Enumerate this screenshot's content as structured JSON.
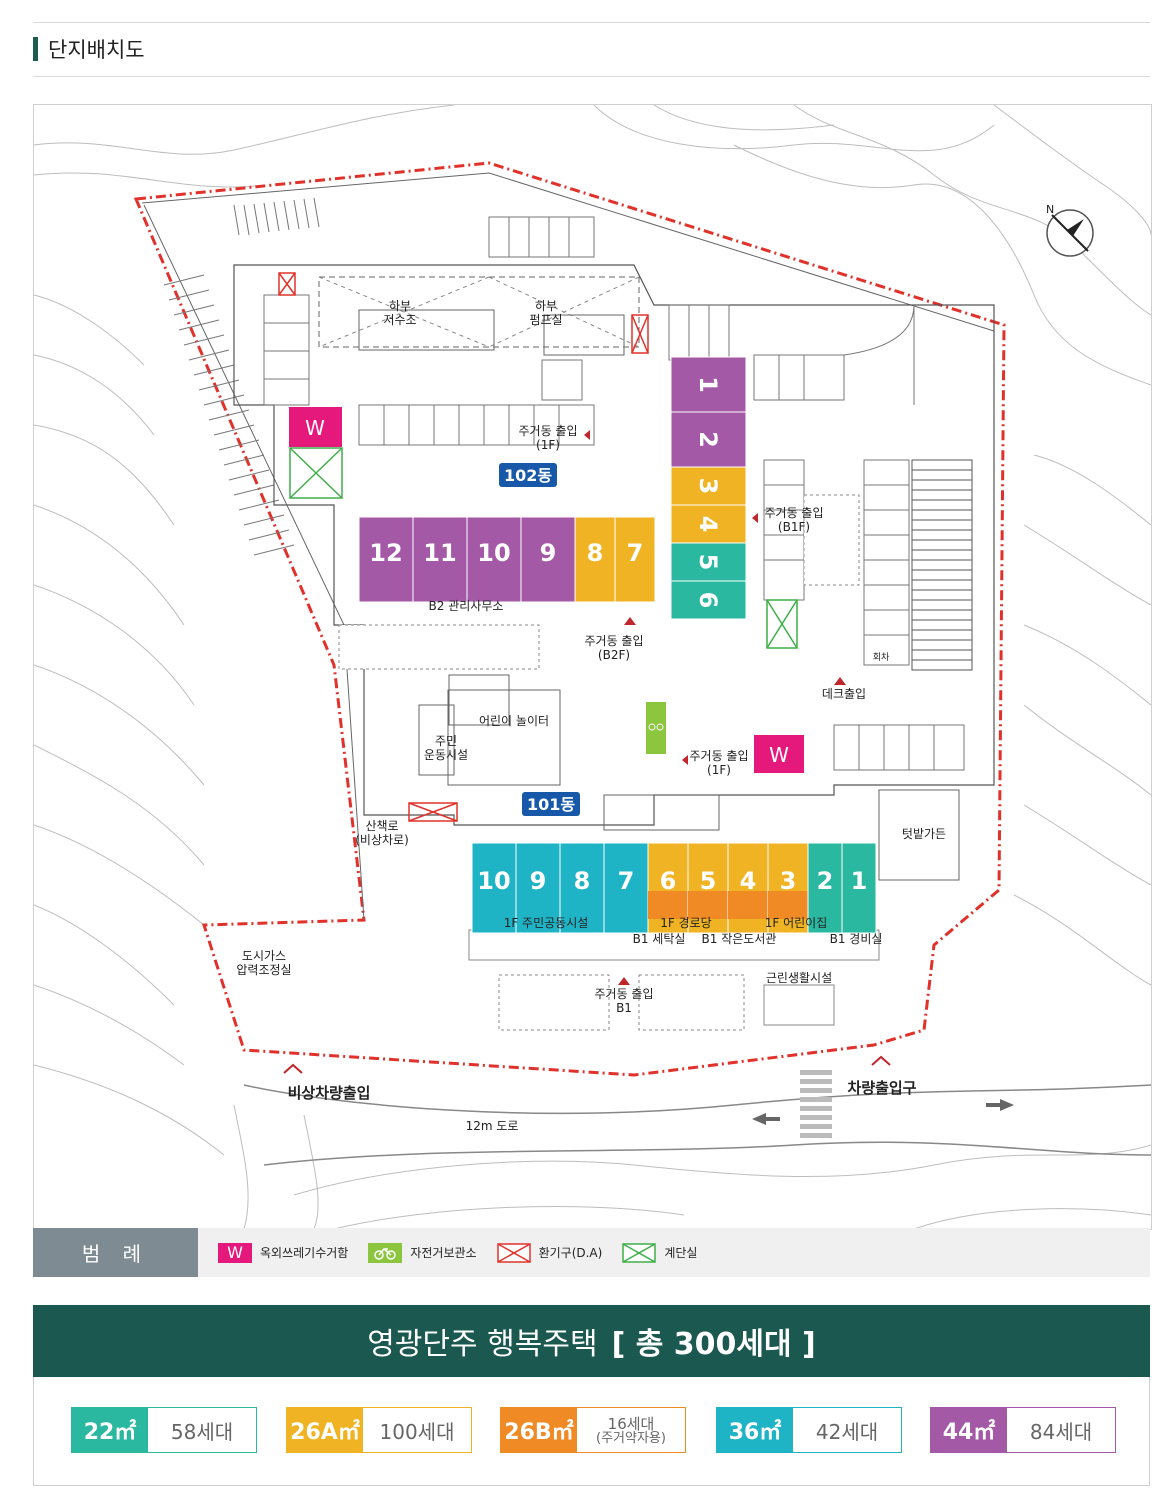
{
  "section": {
    "title": "단지배치도"
  },
  "map": {
    "labels": {
      "water_tank": "하부\n저수조",
      "pump_room": "하부\n펌프실",
      "bldg102": "102동",
      "bldg101": "101동",
      "entry102_1f": "주거동 출입\n(1F)",
      "entry102_b1f": "주거동 출입\n(B1F)",
      "entry102_b2f": "주거동 출입\n(B2F)",
      "entry101_1f": "주거동 출입\n(1F)",
      "entry101_b1": "주거동 출입\nB1",
      "b2_office": "B2 관리사무소",
      "deck_exit": "데크출입",
      "playground": "어린이 놀이터",
      "fitness": "주민\n운동시설",
      "walkway": "산책로\n(비상차로)",
      "gas": "도시가스\n압력조정실",
      "garden": "텃밭가든",
      "community": "1F 주민공동시설",
      "senior": "1F 경로당",
      "daycare": "1F 어린이집",
      "laundry": "B1 세탁실",
      "library": "B1 작은도서관",
      "guard": "B1 경비실",
      "retail": "근린생활시설",
      "emergency_gate": "비상차량출입",
      "vehicle_gate": "차량출입구",
      "road": "12m 도로",
      "tree_label": "회차"
    },
    "bldg102_units": [
      {
        "num": "12",
        "type": "44"
      },
      {
        "num": "11",
        "type": "44"
      },
      {
        "num": "10",
        "type": "44"
      },
      {
        "num": "9",
        "type": "44"
      },
      {
        "num": "8",
        "type": "26A"
      },
      {
        "num": "7",
        "type": "26A"
      }
    ],
    "bldg102_tower": [
      {
        "num": "1",
        "type": "44"
      },
      {
        "num": "2",
        "type": "44"
      },
      {
        "num": "3",
        "type": "26A"
      },
      {
        "num": "4",
        "type": "26A"
      },
      {
        "num": "5",
        "type": "22"
      },
      {
        "num": "6",
        "type": "22"
      }
    ],
    "bldg101_units": [
      {
        "num": "10",
        "type": "36"
      },
      {
        "num": "9",
        "type": "36"
      },
      {
        "num": "8",
        "type": "36"
      },
      {
        "num": "7",
        "type": "36"
      },
      {
        "num": "6",
        "type": "26A"
      },
      {
        "num": "5",
        "type": "26A"
      },
      {
        "num": "4",
        "type": "26A"
      },
      {
        "num": "3",
        "type": "26A"
      },
      {
        "num": "2",
        "type": "22"
      },
      {
        "num": "1",
        "type": "22"
      }
    ],
    "waste_label": "W"
  },
  "colors": {
    "t22": "#2ab8a0",
    "t26A": "#f0b323",
    "t26B": "#ef8a25",
    "t36": "#1fb3c6",
    "t44": "#a459a7",
    "waste": "#e4197b",
    "bike": "#8cc63f",
    "vent": "#e0322b",
    "stair": "#3fae49",
    "bldg_label": "#1758a8"
  },
  "legend": {
    "title": "범 례",
    "items": [
      {
        "icon": "waste-icon",
        "symbol": "W",
        "label": "옥외쓰레기수거함"
      },
      {
        "icon": "bicycle-icon",
        "symbol": "",
        "label": "자전거보관소"
      },
      {
        "icon": "vent-icon",
        "symbol": "",
        "label": "환기구(D.A)"
      },
      {
        "icon": "stair-icon",
        "symbol": "",
        "label": "계단실"
      }
    ]
  },
  "summary": {
    "title": "영광단주 행복주택",
    "total": "[ 총 300세대 ]",
    "types": [
      {
        "size": "22㎡",
        "count": "58세대",
        "note": ""
      },
      {
        "size": "26A㎡",
        "count": "100세대",
        "note": ""
      },
      {
        "size": "26B㎡",
        "count": "16세대",
        "note": "(주거약자용)"
      },
      {
        "size": "36㎡",
        "count": "42세대",
        "note": ""
      },
      {
        "size": "44㎡",
        "count": "84세대",
        "note": ""
      }
    ]
  }
}
